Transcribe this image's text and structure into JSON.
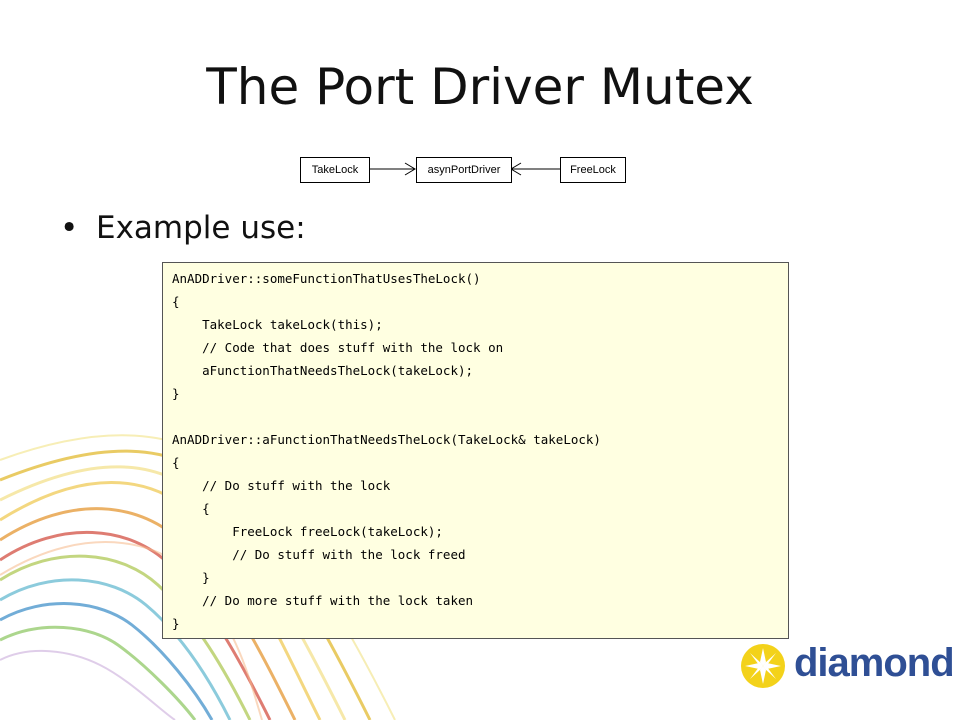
{
  "slide": {
    "title": "The Port Driver Mutex",
    "diagram": {
      "boxes": [
        "TakeLock",
        "asynPortDriver",
        "FreeLock"
      ]
    },
    "bullet": "Example use:",
    "code_lines": [
      "AnADDriver::someFunctionThatUsesTheLock()",
      "{",
      "    TakeLock takeLock(this);",
      "    // Code that does stuff with the lock on",
      "    aFunctionThatNeedsTheLock(takeLock);",
      "}",
      "",
      "AnADDriver::aFunctionThatNeedsTheLock(TakeLock& takeLock)",
      "{",
      "    // Do stuff with the lock",
      "    {",
      "        FreeLock freeLock(takeLock);",
      "        // Do stuff with the lock freed",
      "    }",
      "    // Do more stuff with the lock taken",
      "}"
    ],
    "code_bg_color": "#ffffe1",
    "logo": {
      "text": "diamond",
      "brand_color": "#2f4f95",
      "icon": "diamond-sun-icon"
    }
  }
}
